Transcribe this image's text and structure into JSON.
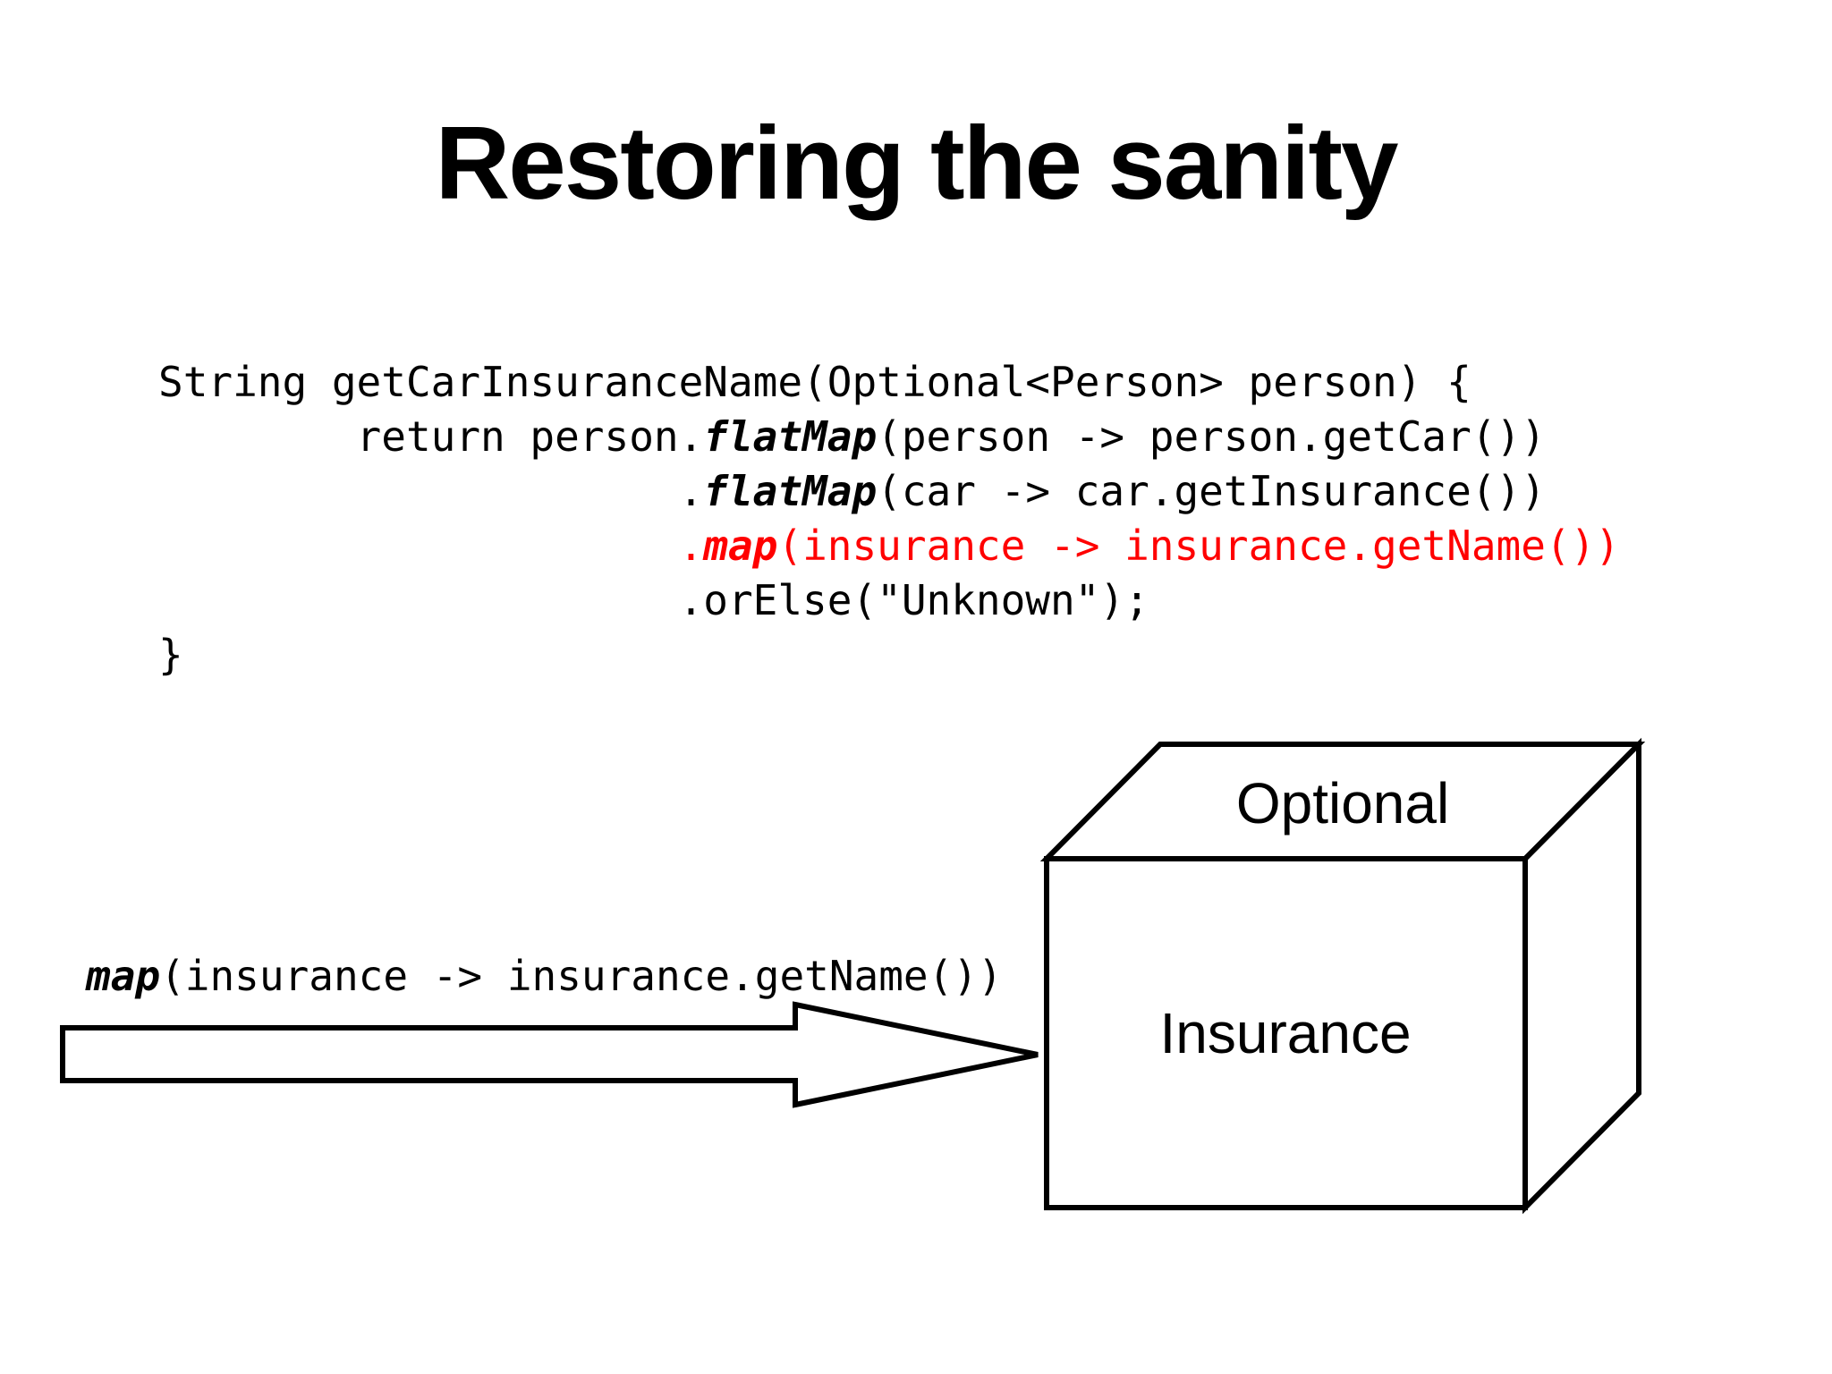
{
  "slide": {
    "title": "Restoring the sanity"
  },
  "colors": {
    "background": "#ffffff",
    "text": "#000000",
    "highlight_red": "#ff0000"
  },
  "code": {
    "lines": [
      {
        "segments": [
          {
            "text": "String getCarInsuranceName(Optional<Person> person) {",
            "style": "plain"
          }
        ]
      },
      {
        "segments": [
          {
            "text": "        return person.",
            "style": "plain"
          },
          {
            "text": "flatMap",
            "style": "bi"
          },
          {
            "text": "(person -> person.getCar())",
            "style": "plain"
          }
        ]
      },
      {
        "segments": [
          {
            "text": "                     .",
            "style": "plain"
          },
          {
            "text": "flatMap",
            "style": "bi"
          },
          {
            "text": "(car -> car.getInsurance())",
            "style": "plain"
          }
        ]
      },
      {
        "segments": [
          {
            "text": "                     .",
            "style": "red"
          },
          {
            "text": "map",
            "style": "redbi"
          },
          {
            "text": "(insurance -> insurance.getName())",
            "style": "red"
          }
        ]
      },
      {
        "segments": [
          {
            "text": "                     .orElse(\"Unknown\");",
            "style": "plain"
          }
        ]
      },
      {
        "segments": [
          {
            "text": "}",
            "style": "plain"
          }
        ]
      }
    ]
  },
  "arrow_label": {
    "segments": [
      {
        "text": "map",
        "style": "bi"
      },
      {
        "text": "(insurance -> insurance.getName())",
        "style": "plain"
      }
    ]
  },
  "diagram": {
    "box_top_label": "Optional",
    "box_front_label": "Insurance"
  }
}
